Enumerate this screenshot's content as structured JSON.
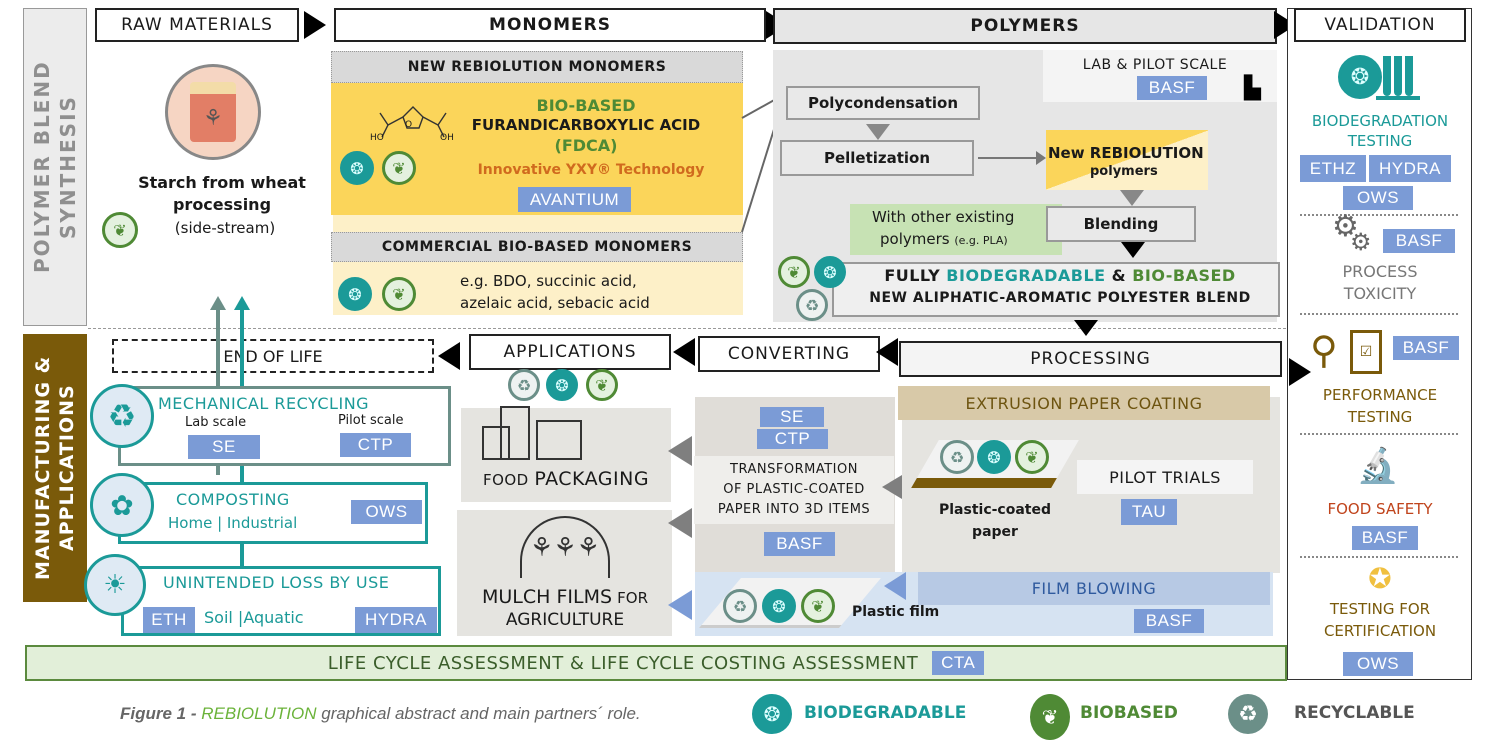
{
  "side_labels": {
    "top": "POLYMER BLEND SYNTHESIS",
    "bottom": "MANUFACTURING & APPLICATIONS"
  },
  "headers": {
    "raw_materials": "RAW MATERIALS",
    "monomers": "MONOMERS",
    "polymers": "POLYMERS",
    "validation": "VALIDATION",
    "end_of_life": "END OF LIFE",
    "applications": "APPLICATIONS",
    "converting": "CONVERTING",
    "processing": "PROCESSING"
  },
  "raw_materials": {
    "title": "Starch from wheat processing",
    "subtitle": "(side-stream)"
  },
  "monomers": {
    "new_title": "NEW REBIOLUTION MONOMERS",
    "bio_based": "BIO-BASED",
    "fdca_name": "FURANDICARBOXYLIC ACID",
    "fdca_abbr": "(FDCA)",
    "technology": "Innovative YXY® Technology",
    "partner": "AVANTIUM",
    "molecule_labels": {
      "ho": "HO",
      "oh": "OH",
      "o": "O"
    },
    "commercial_title": "COMMERCIAL BIO-BASED MONOMERS",
    "commercial_line1": "e.g. BDO, succinic acid,",
    "commercial_line2": "azelaic acid, sebacic acid"
  },
  "polymers": {
    "scale_label": "LAB & PILOT SCALE",
    "scale_partner": "BASF",
    "step1": "Polycondensation",
    "step2": "Pelletization",
    "new_polymers_line1": "New REBIOLUTION",
    "new_polymers_line2": "polymers",
    "other_line1": "With other existing",
    "other_line2": "polymers",
    "other_example": "(e.g. PLA)",
    "blending": "Blending",
    "blend_fully": "FULLY",
    "blend_biodeg": "BIODEGRADABLE",
    "blend_amp": "&",
    "blend_biobased": "BIO-BASED",
    "blend_line2": "NEW ALIPHATIC-AROMATIC POLYESTER BLEND"
  },
  "validation": {
    "biodeg_line1": "BIODEGRADATION",
    "biodeg_line2": "TESTING",
    "biodeg_partners": [
      "ETHZ",
      "HYDRA",
      "OWS"
    ],
    "tox_partner": "BASF",
    "tox_line1": "PROCESS",
    "tox_line2": "TOXICITY",
    "perf_partner": "BASF",
    "perf_line1": "PERFORMANCE",
    "perf_line2": "TESTING",
    "food_label": "FOOD SAFETY",
    "food_partner": "BASF",
    "cert_line1": "TESTING FOR",
    "cert_line2": "CERTIFICATION",
    "cert_partner": "OWS"
  },
  "end_of_life": {
    "mech_title": "MECHANICAL RECYCLING",
    "mech_lab": "Lab scale",
    "mech_lab_partner": "SE",
    "mech_pilot": "Pilot scale",
    "mech_pilot_partner": "CTP",
    "comp_title": "COMPOSTING",
    "comp_sub": "Home | Industrial",
    "comp_partner": "OWS",
    "loss_title": "UNINTENDED LOSS BY USE",
    "loss_partner_left": "ETH",
    "loss_sub": "Soil |Aquatic",
    "loss_partner_right": "HYDRA"
  },
  "applications": {
    "food_small": "FOOD",
    "food_big": "PACKAGING",
    "mulch_big": "MULCH FILMS",
    "mulch_small": "FOR",
    "mulch_line2": "AGRICULTURE"
  },
  "converting": {
    "partners_top": [
      "SE",
      "CTP"
    ],
    "line1": "TRANSFORMATION",
    "line2": "OF PLASTIC-COATED",
    "line3": "PAPER INTO 3D ITEMS",
    "partner_bottom": "BASF"
  },
  "processing": {
    "extrusion_title": "EXTRUSION PAPER COATING",
    "coated_line1": "Plastic-coated",
    "coated_line2": "paper",
    "pilot_trials": "PILOT TRIALS",
    "pilot_partner": "TAU",
    "film_title": "FILM BLOWING",
    "film_label": "Plastic film",
    "film_partner": "BASF"
  },
  "lca": {
    "label": "LIFE CYCLE ASSESSMENT & LIFE CYCLE COSTING ASSESSMENT",
    "partner": "CTA"
  },
  "caption": {
    "prefix": "Figure 1 -",
    "brand": "REBIOLUTION",
    "rest": "graphical abstract and main partners´ role."
  },
  "legend": [
    {
      "label": "BIODEGRADABLE",
      "icon": "biodegradable-icon",
      "color": "#1b9a98"
    },
    {
      "label": "BIOBASED",
      "icon": "biobased-leaf-icon",
      "color": "#4f8a35"
    },
    {
      "label": "RECYCLABLE",
      "icon": "recycle-icon",
      "color": "#555555"
    }
  ],
  "colors": {
    "teal": "#1b9a98",
    "green": "#4f8a35",
    "recycle_gray": "#6b8f88",
    "partner_blue": "#7b9bd6",
    "manufacturing_brown": "#7a5a0a",
    "fdca_yellow": "#fbd55a",
    "food_safety_red": "#c0441c"
  },
  "glyphs": {
    "bio": "❂",
    "leaf": "❦",
    "recycle": "♻",
    "gear": "⚙",
    "magnifier": "⚲",
    "checklist": "☑",
    "microscope": "🔬",
    "certificate": "✪",
    "factory": "▙",
    "plant": "✿",
    "wheat": "⚘"
  }
}
